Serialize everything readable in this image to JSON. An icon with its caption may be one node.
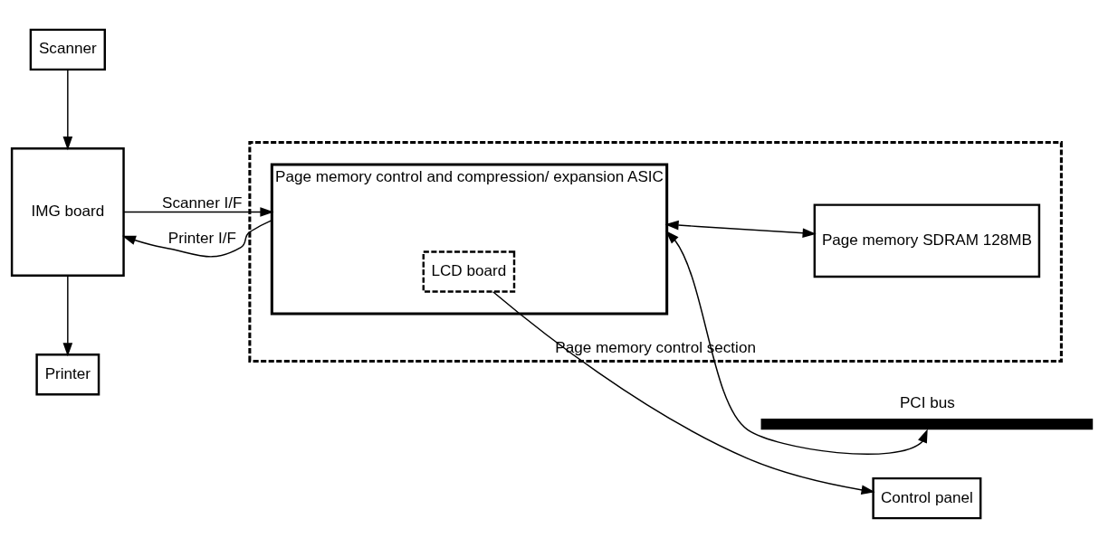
{
  "diagram": {
    "nodes": [
      {
        "text": [
          "PCI bus"
        ]
      },
      {
        "text": [
          "Page memory control section"
        ]
      },
      {
        "text": [
          "Page memory control and compression/ expansion ASIC"
        ],
        "in": 1
      },
      {
        "text": [
          "LCD board"
        ],
        "in": 2
      },
      {
        "text": [
          "Page memory SDRAM 128MB"
        ],
        "in": 1
      },
      {
        "text": [
          "Scanner"
        ]
      },
      {
        "text": [
          "IMG board"
        ]
      },
      {
        "text": [
          "Printer"
        ]
      },
      {
        "text": [
          "Control panel"
        ]
      }
    ],
    "edges": [
      {
        "from": 0,
        "to": 2,
        "arrow": "both"
      },
      {
        "from": 2,
        "to": 4,
        "arrow": "both"
      },
      {
        "from": 5,
        "to": 6,
        "arrow": "to"
      },
      {
        "from": 2,
        "to": 6,
        "arrow": "to",
        "label": "Printer I/F"
      },
      {
        "from": 6,
        "to": 2,
        "arrow": "to",
        "label": "Scanner I/F"
      },
      {
        "from": 6,
        "to": 7,
        "arrow": "to"
      },
      {
        "from": 3,
        "to": 8,
        "arrow": "to"
      }
    ]
  }
}
